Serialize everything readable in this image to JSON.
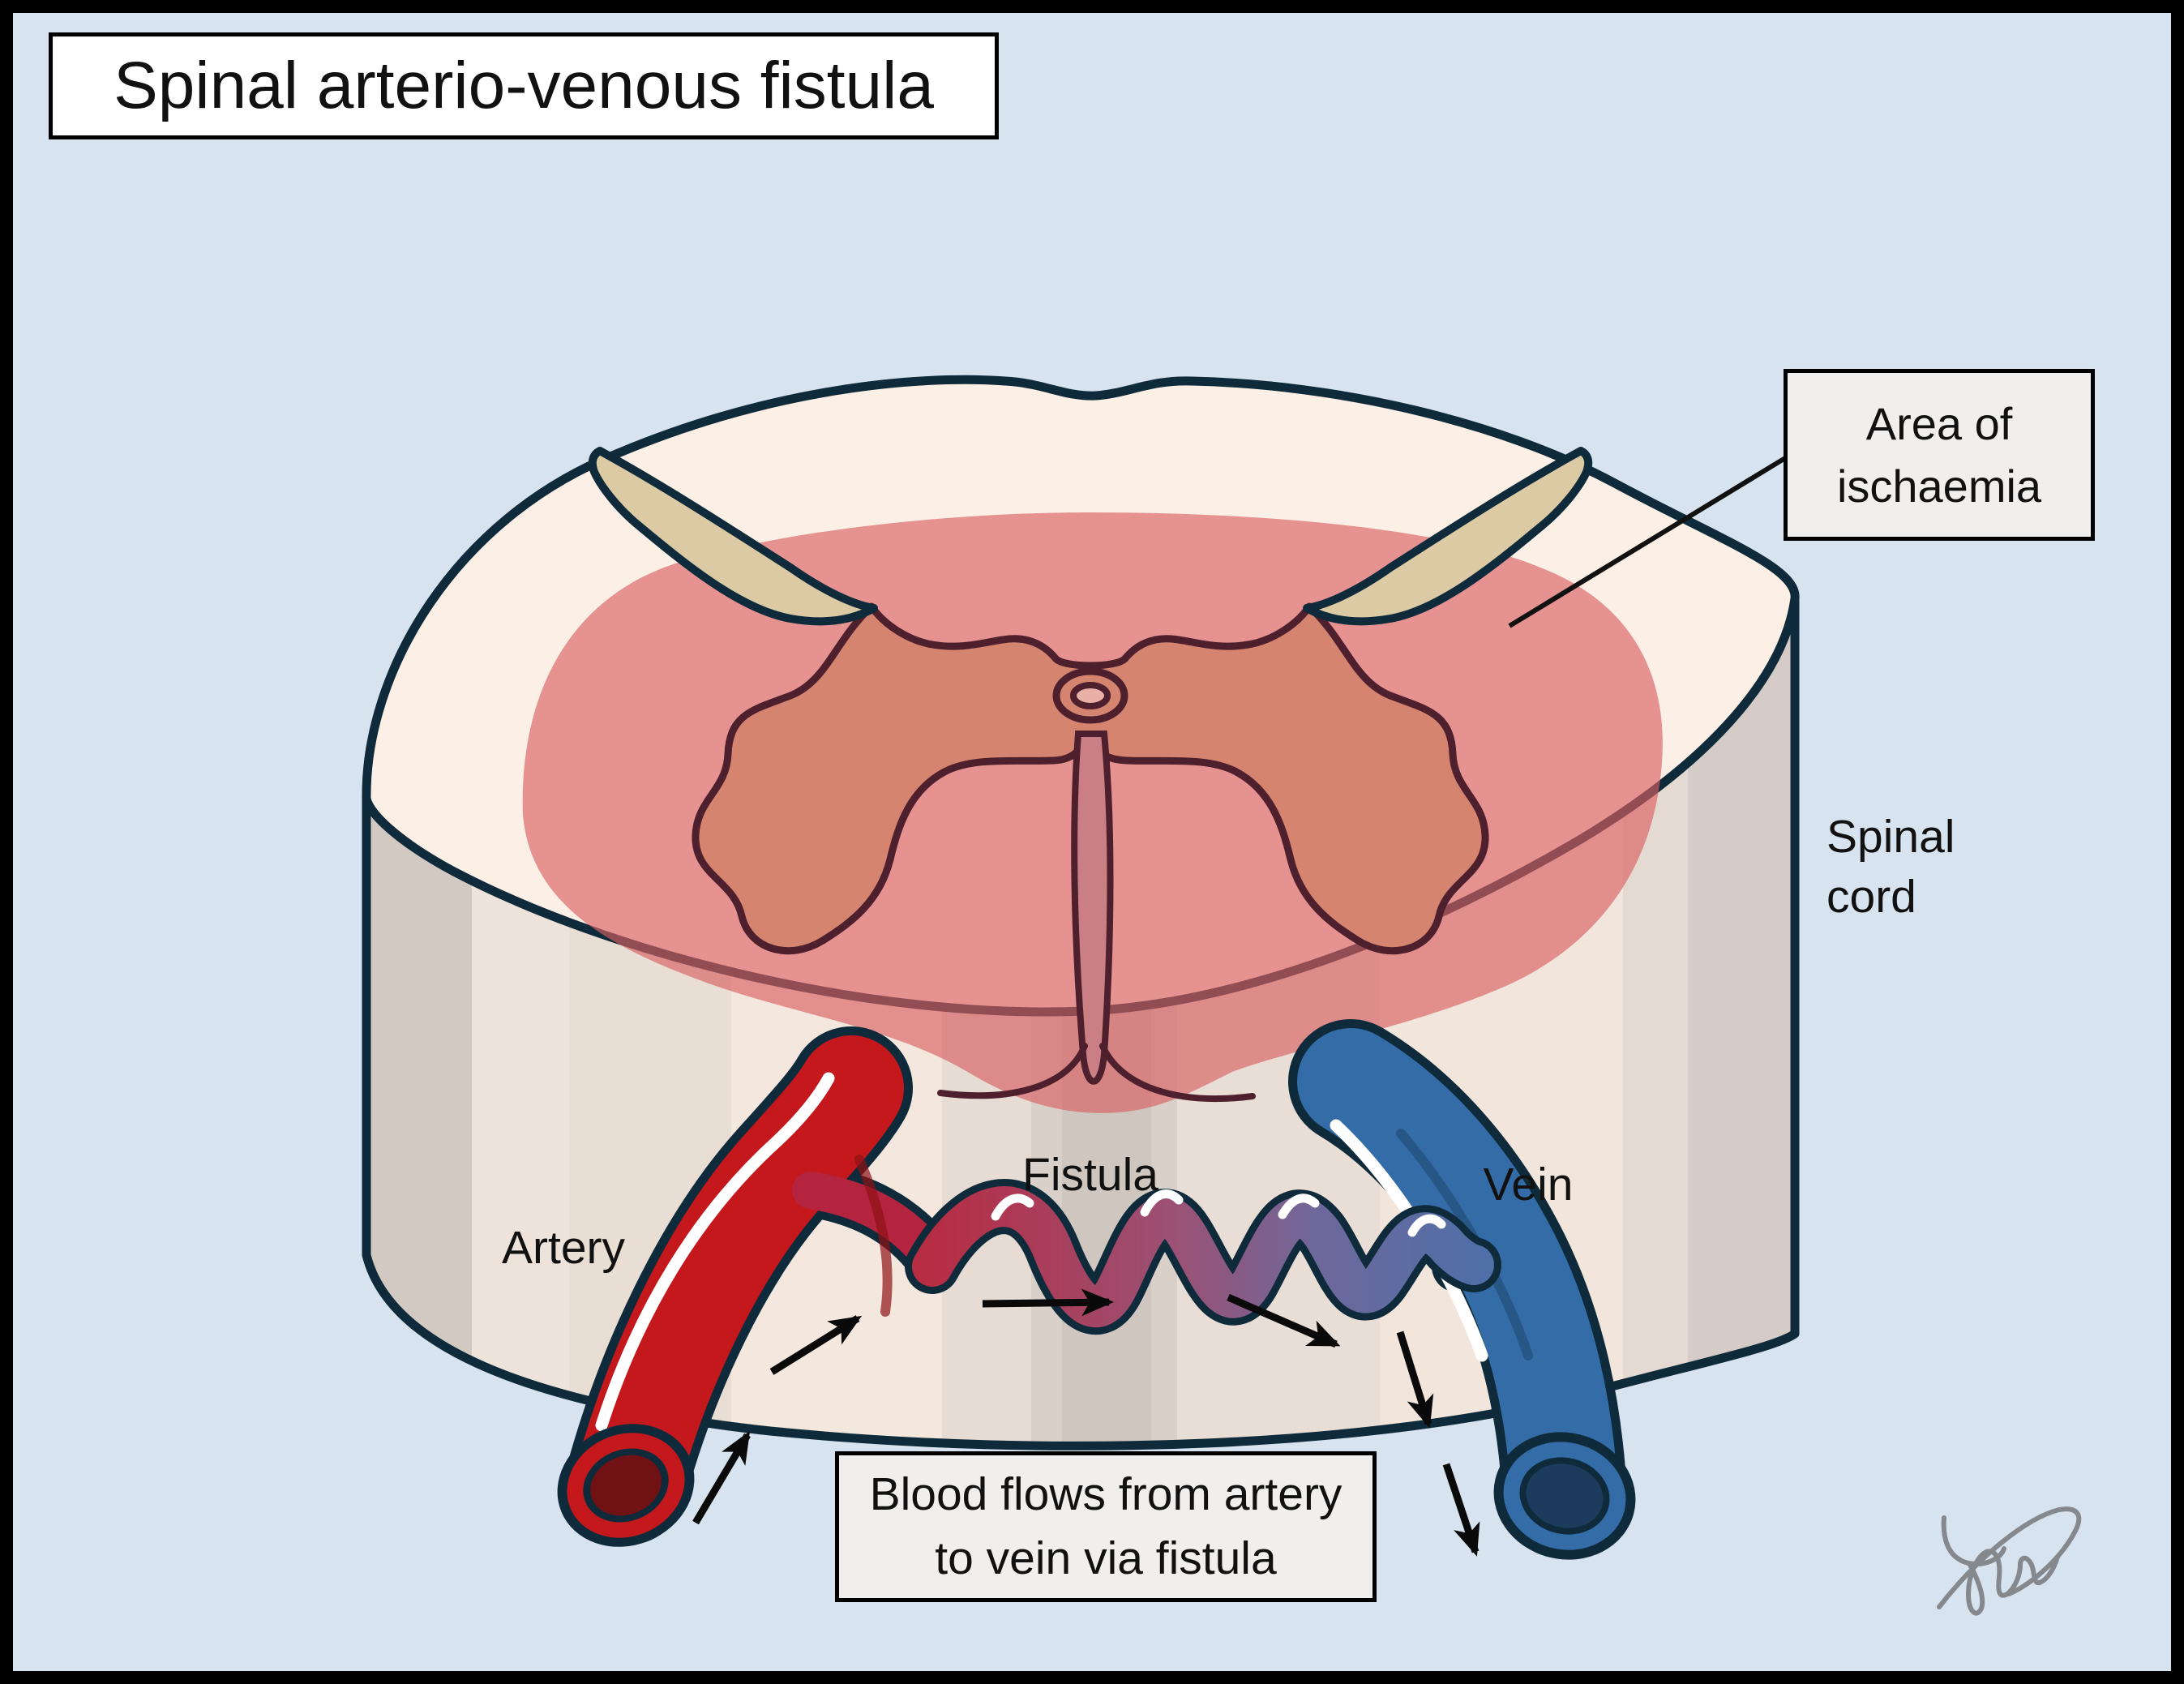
{
  "title": "Spinal arterio-venous fistula",
  "annotations": {
    "area_of_ischaemia": {
      "line1": "Area of",
      "line2": "ischaemia"
    },
    "spinal_cord": {
      "line1": "Spinal",
      "line2": "cord"
    },
    "artery_label": "Artery",
    "fistula_label": "Fistula",
    "vein_label": "Vein",
    "flow_note": {
      "line1": "Blood flows from artery",
      "line2": "to vein via fistula"
    }
  },
  "colors": {
    "background": "#d8e3f0",
    "frame": "#000000",
    "outline_navy": "#0f2b3b",
    "cord_top_face": "#fcefe5",
    "cord_side_base": "#f2e6dc",
    "ischaemia_pink": "#d95f62",
    "gray_matter": "#d5846f",
    "gray_matter_outline": "#4e1f2d",
    "dorsal_horn_tan": "#dccaa4",
    "central_canal_inner": "#e9b0a8",
    "fissure_pink": "#c97f83",
    "artery_red": "#c5181c",
    "artery_lumen": "#701114",
    "vein_blue": "#336ca6",
    "vein_lumen": "#1d3b5c",
    "fistula_gradient_start": "#b62d44",
    "fistula_gradient_mid": "#8f5d85",
    "fistula_gradient_end": "#4f6fa8",
    "arrow_black": "#0a0a0a",
    "signature_gray": "#85898e"
  }
}
